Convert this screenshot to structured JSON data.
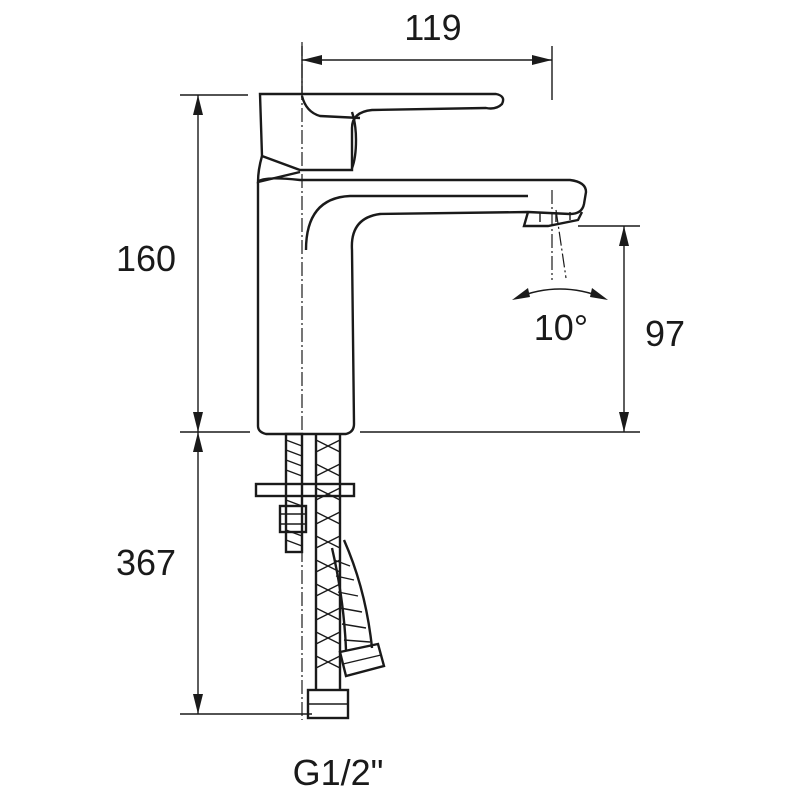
{
  "dimensions": {
    "width_top": "119",
    "height_body": "160",
    "spout_height": "97",
    "hose_length": "367",
    "swivel_angle": "10°",
    "connection": "G1/2\""
  },
  "colors": {
    "line": "#1a1a1a",
    "background": "#ffffff"
  }
}
